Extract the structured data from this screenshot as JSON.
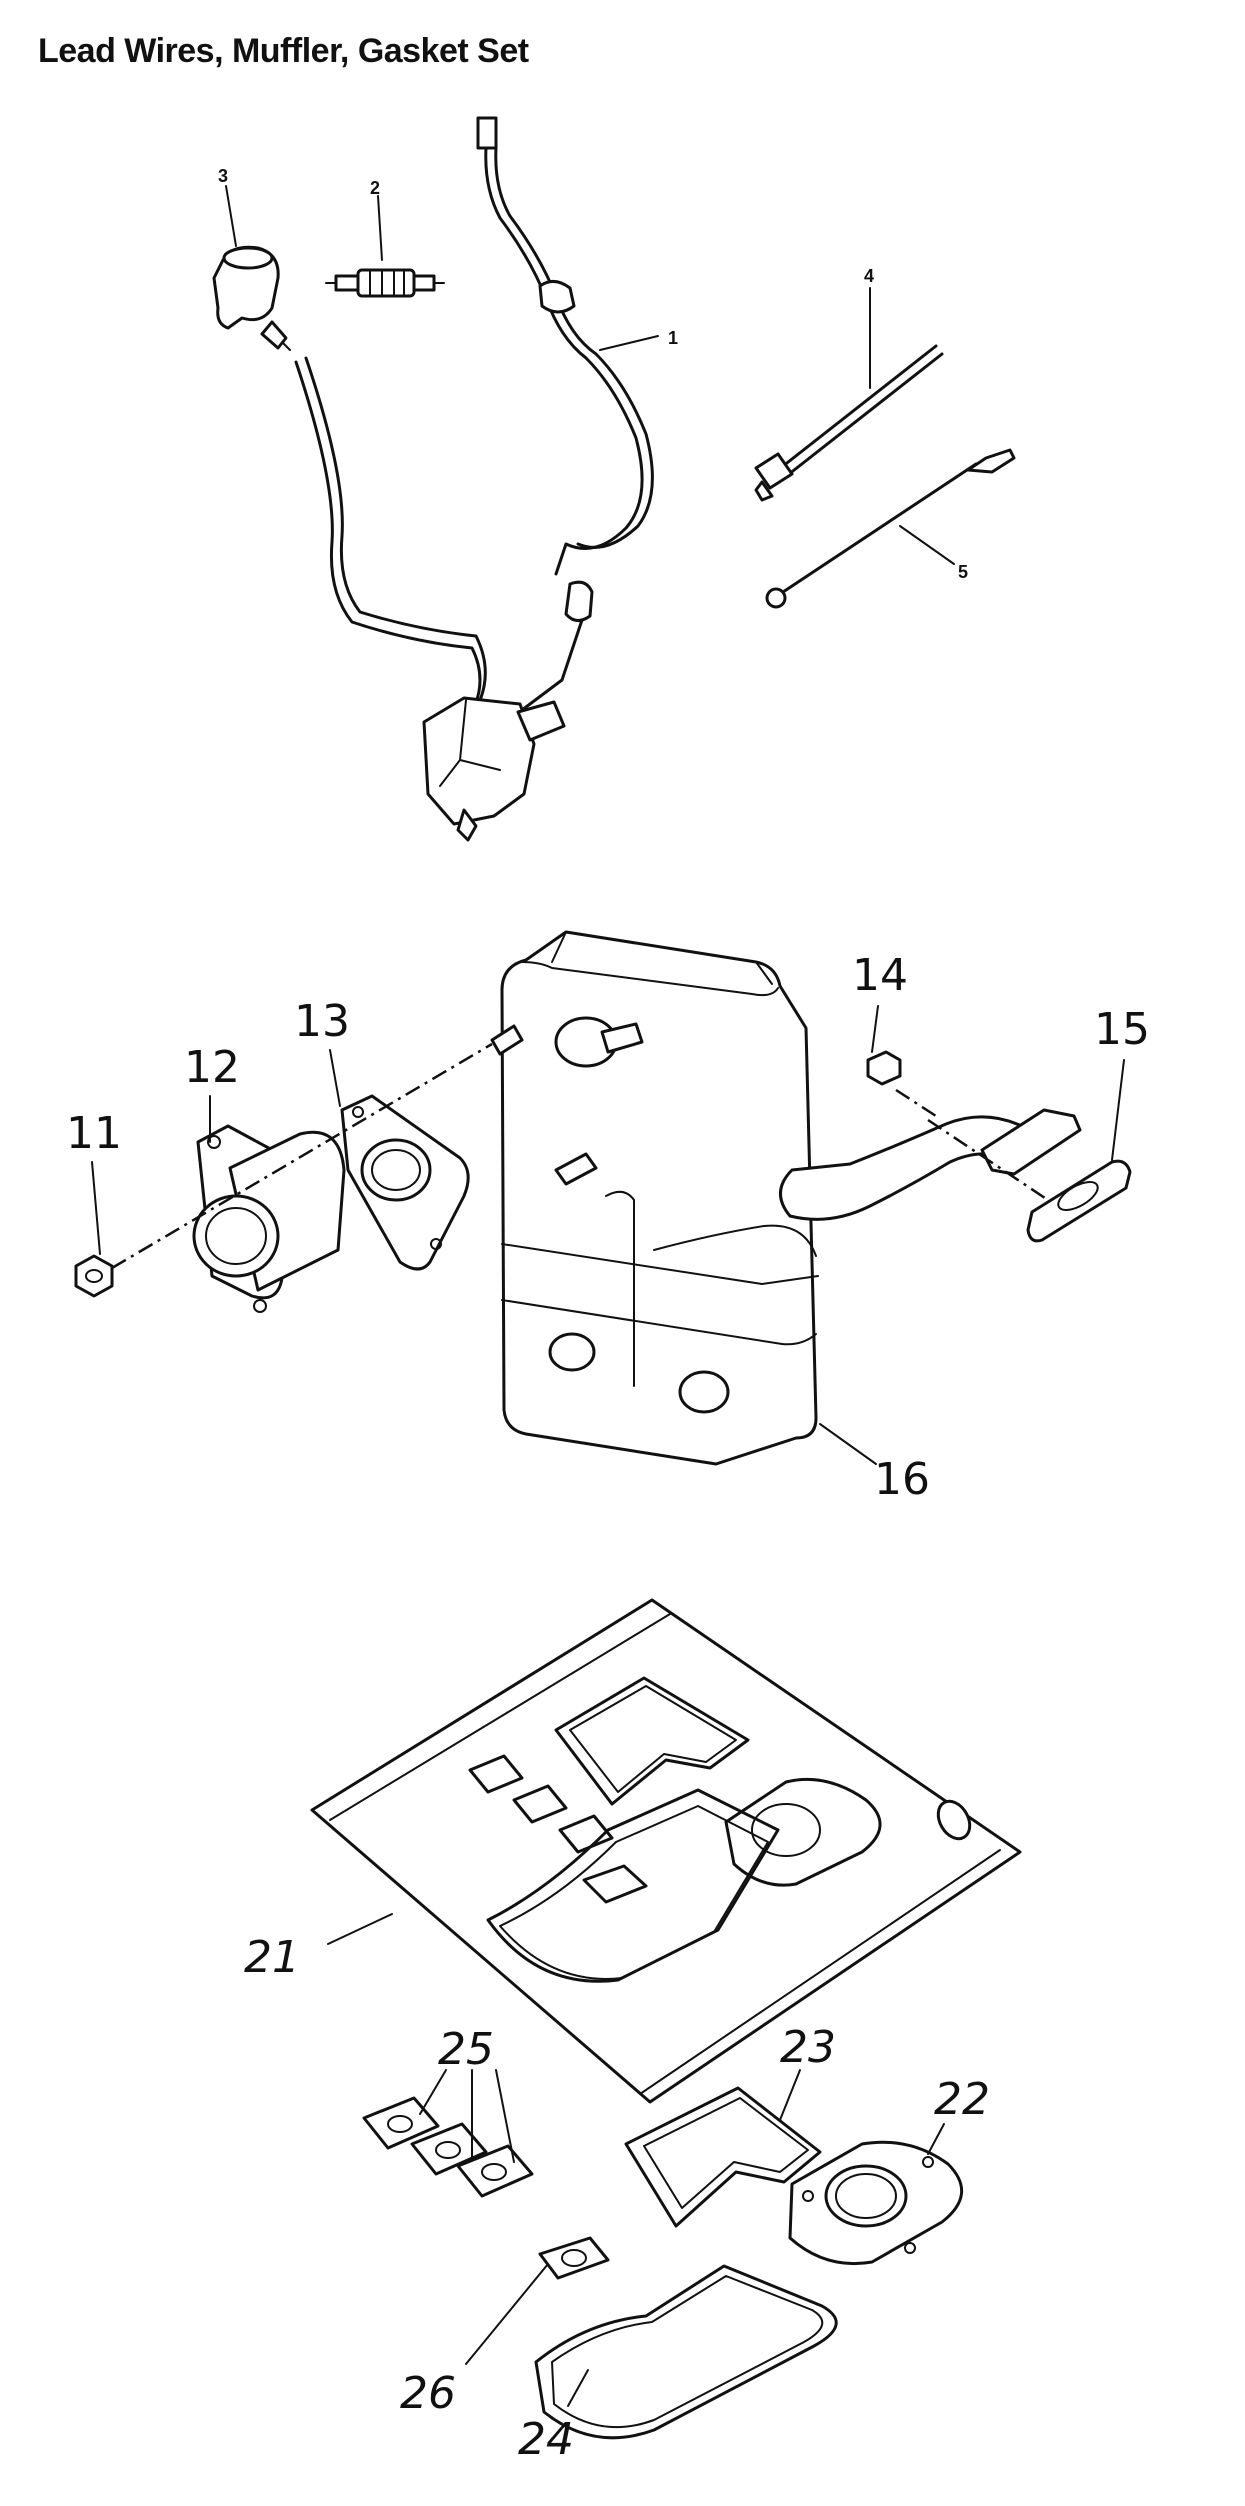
{
  "title": "Lead Wires, Muffler, Gasket Set",
  "callouts": {
    "c1": "1",
    "c2": "2",
    "c3": "3",
    "c4": "4",
    "c5": "5",
    "c11": "11",
    "c12": "12",
    "c13": "13",
    "c14": "14",
    "c15": "15",
    "c16": "16",
    "c21": "21",
    "c22": "22",
    "c23": "23",
    "c24": "24",
    "c25": "25",
    "c26": "26"
  }
}
